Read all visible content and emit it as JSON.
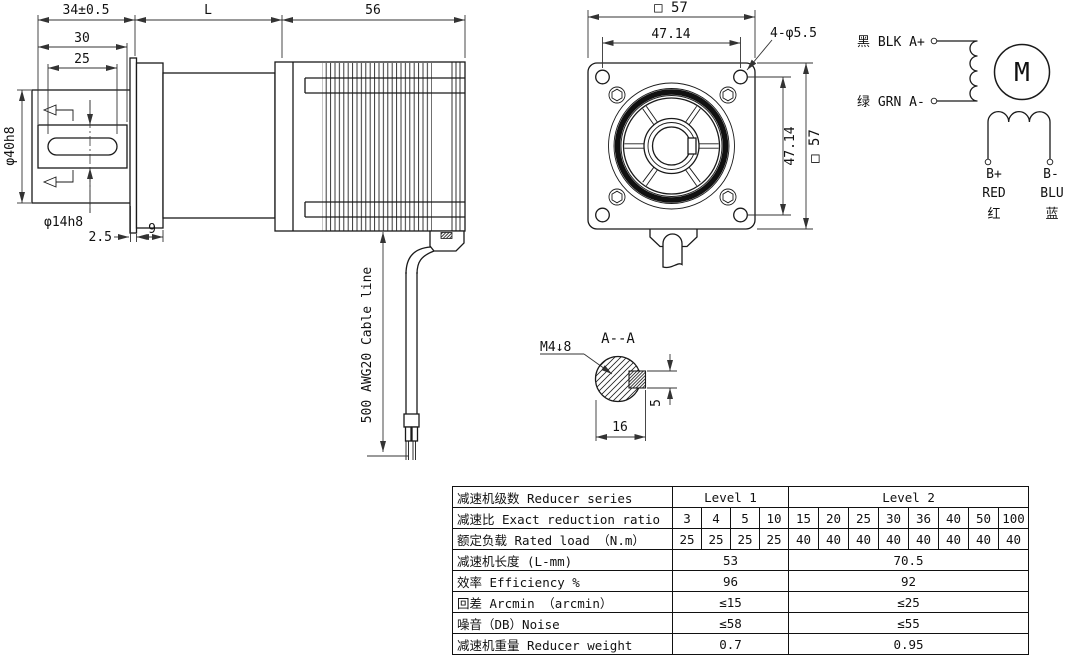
{
  "colors": {
    "line": "#1a1a1a",
    "dim_line": "#333333",
    "background": "#ffffff"
  },
  "side_view": {
    "dim_shaft_assembly": "34±0.5",
    "dim_gearbox_length": "L",
    "dim_motor_length": "56",
    "dim_shaft_len": "30",
    "dim_key_len": "25",
    "dim_boss_dia": "φ40h8",
    "dim_shaft_dia": "φ14h8",
    "dim_boss_depth": "2.5",
    "dim_flange_thk": "9",
    "cable_label": "500 AWG20 Cable line"
  },
  "front_view": {
    "dim_square_top": "□ 57",
    "dim_hole_pitch_top": "47.14",
    "dim_holes": "4-φ5.5",
    "dim_hole_pitch_right": "47.14",
    "dim_square_right": "□ 57"
  },
  "section_view": {
    "title": "A--A",
    "thread": "M4↓8",
    "dim_width": "16",
    "dim_key_offset": "5"
  },
  "wiring": {
    "a_plus": "黑 BLK A+",
    "a_minus": "绿 GRN A-",
    "motor": "M",
    "b_plus": "B+",
    "b_minus": "B-",
    "b_plus_color": "RED",
    "b_minus_color": "BLU",
    "b_plus_cn": "红",
    "b_minus_cn": "蓝"
  },
  "table": {
    "rows": [
      {
        "label": "减速机级数 Reducer series",
        "l1": "Level 1",
        "l2": "Level 2"
      },
      {
        "label": "减速比 Exact reduction ratio",
        "values": [
          "3",
          "4",
          "5",
          "10",
          "15",
          "20",
          "25",
          "30",
          "36",
          "40",
          "50",
          "100"
        ]
      },
      {
        "label": "额定负载 Rated load （N.m）",
        "values": [
          "25",
          "25",
          "25",
          "25",
          "40",
          "40",
          "40",
          "40",
          "40",
          "40",
          "40",
          "40"
        ]
      },
      {
        "label": "减速机长度 (L-mm)",
        "l1": "53",
        "l2": "70.5"
      },
      {
        "label": "效率 Efficiency %",
        "l1": "96",
        "l2": "92"
      },
      {
        "label": "回差 Arcmin （arcmin）",
        "l1": "≤15",
        "l2": "≤25"
      },
      {
        "label": "噪音（DB）Noise",
        "l1": "≤58",
        "l2": "≤55"
      },
      {
        "label": "减速机重量 Reducer weight",
        "l1": "0.7",
        "l2": "0.95"
      }
    ]
  }
}
